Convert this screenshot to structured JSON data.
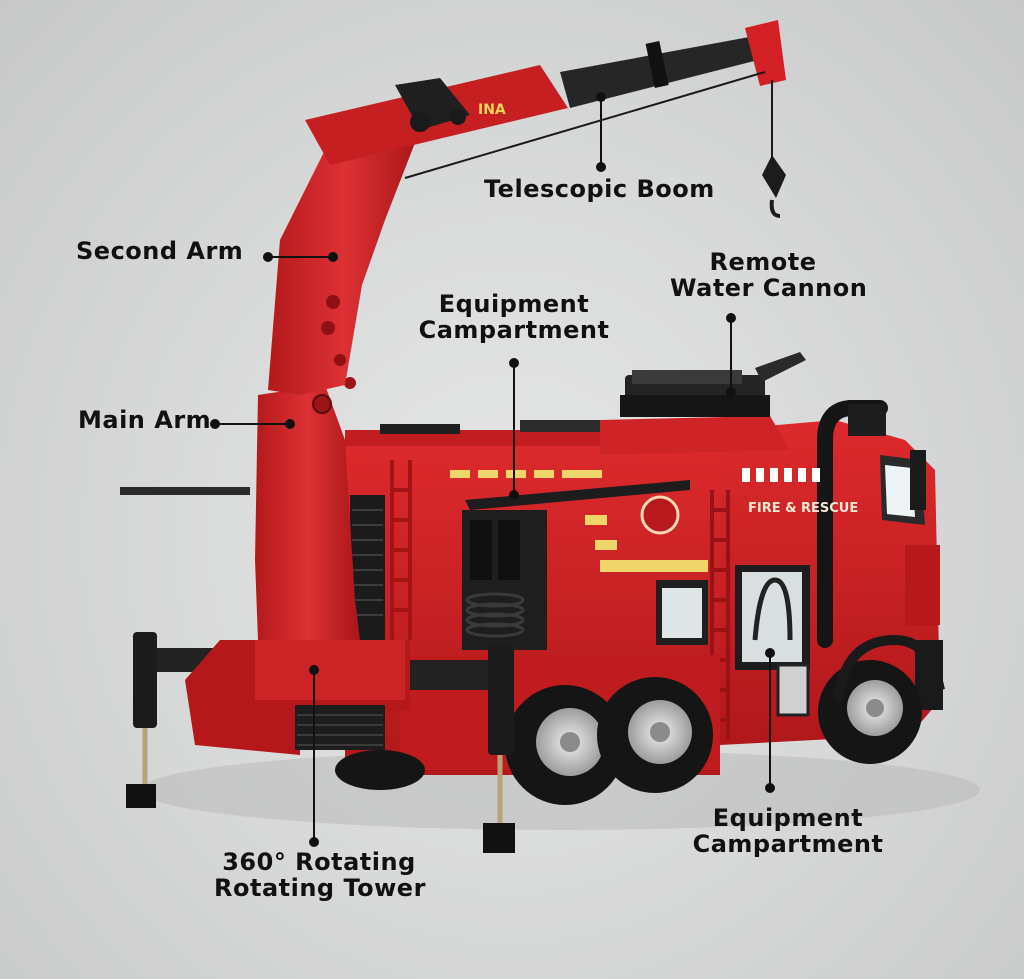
{
  "labels": {
    "telescopic_boom": "Telescopic Boom",
    "second_arm": "Second Arm",
    "remote_water_cannon_1": "Remote",
    "remote_water_cannon_2": "Water Cannon",
    "equipment_top_1": "Equipment",
    "equipment_top_2": "Campartment",
    "main_arm": "Main Arm",
    "rotating_tower_1": "360° Rotating",
    "rotating_tower_2": "Rotating Tower",
    "equipment_bottom_1": "Equipment",
    "equipment_bottom_2": "Campartment"
  },
  "vehicle_text": {
    "boom_logo": "INA",
    "side_lettering": "FIRE & RESCUE"
  },
  "colors": {
    "truck_red": "#c81e22",
    "label_text": "#111111"
  }
}
